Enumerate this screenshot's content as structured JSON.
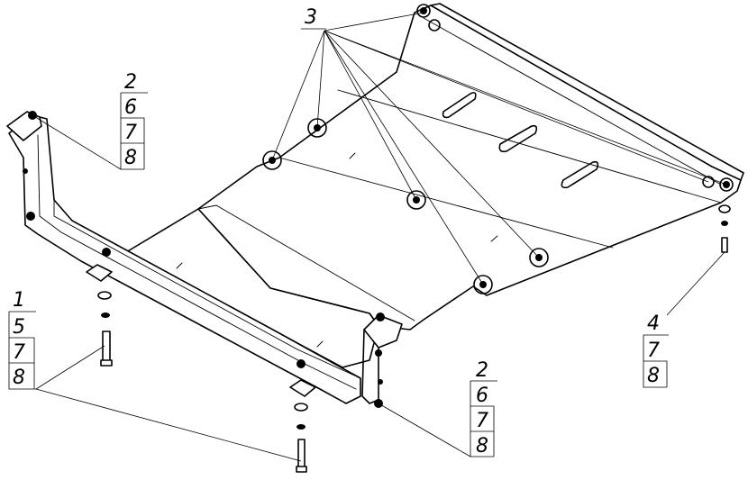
{
  "callouts": {
    "stack_top_left": [
      "2",
      "6",
      "7",
      "8"
    ],
    "stack_left": [
      "1",
      "5",
      "7",
      "8"
    ],
    "stack_bottom_center": [
      "2",
      "6",
      "7",
      "8"
    ],
    "stack_right": [
      "4",
      "7",
      "8"
    ],
    "label_top": "3"
  }
}
